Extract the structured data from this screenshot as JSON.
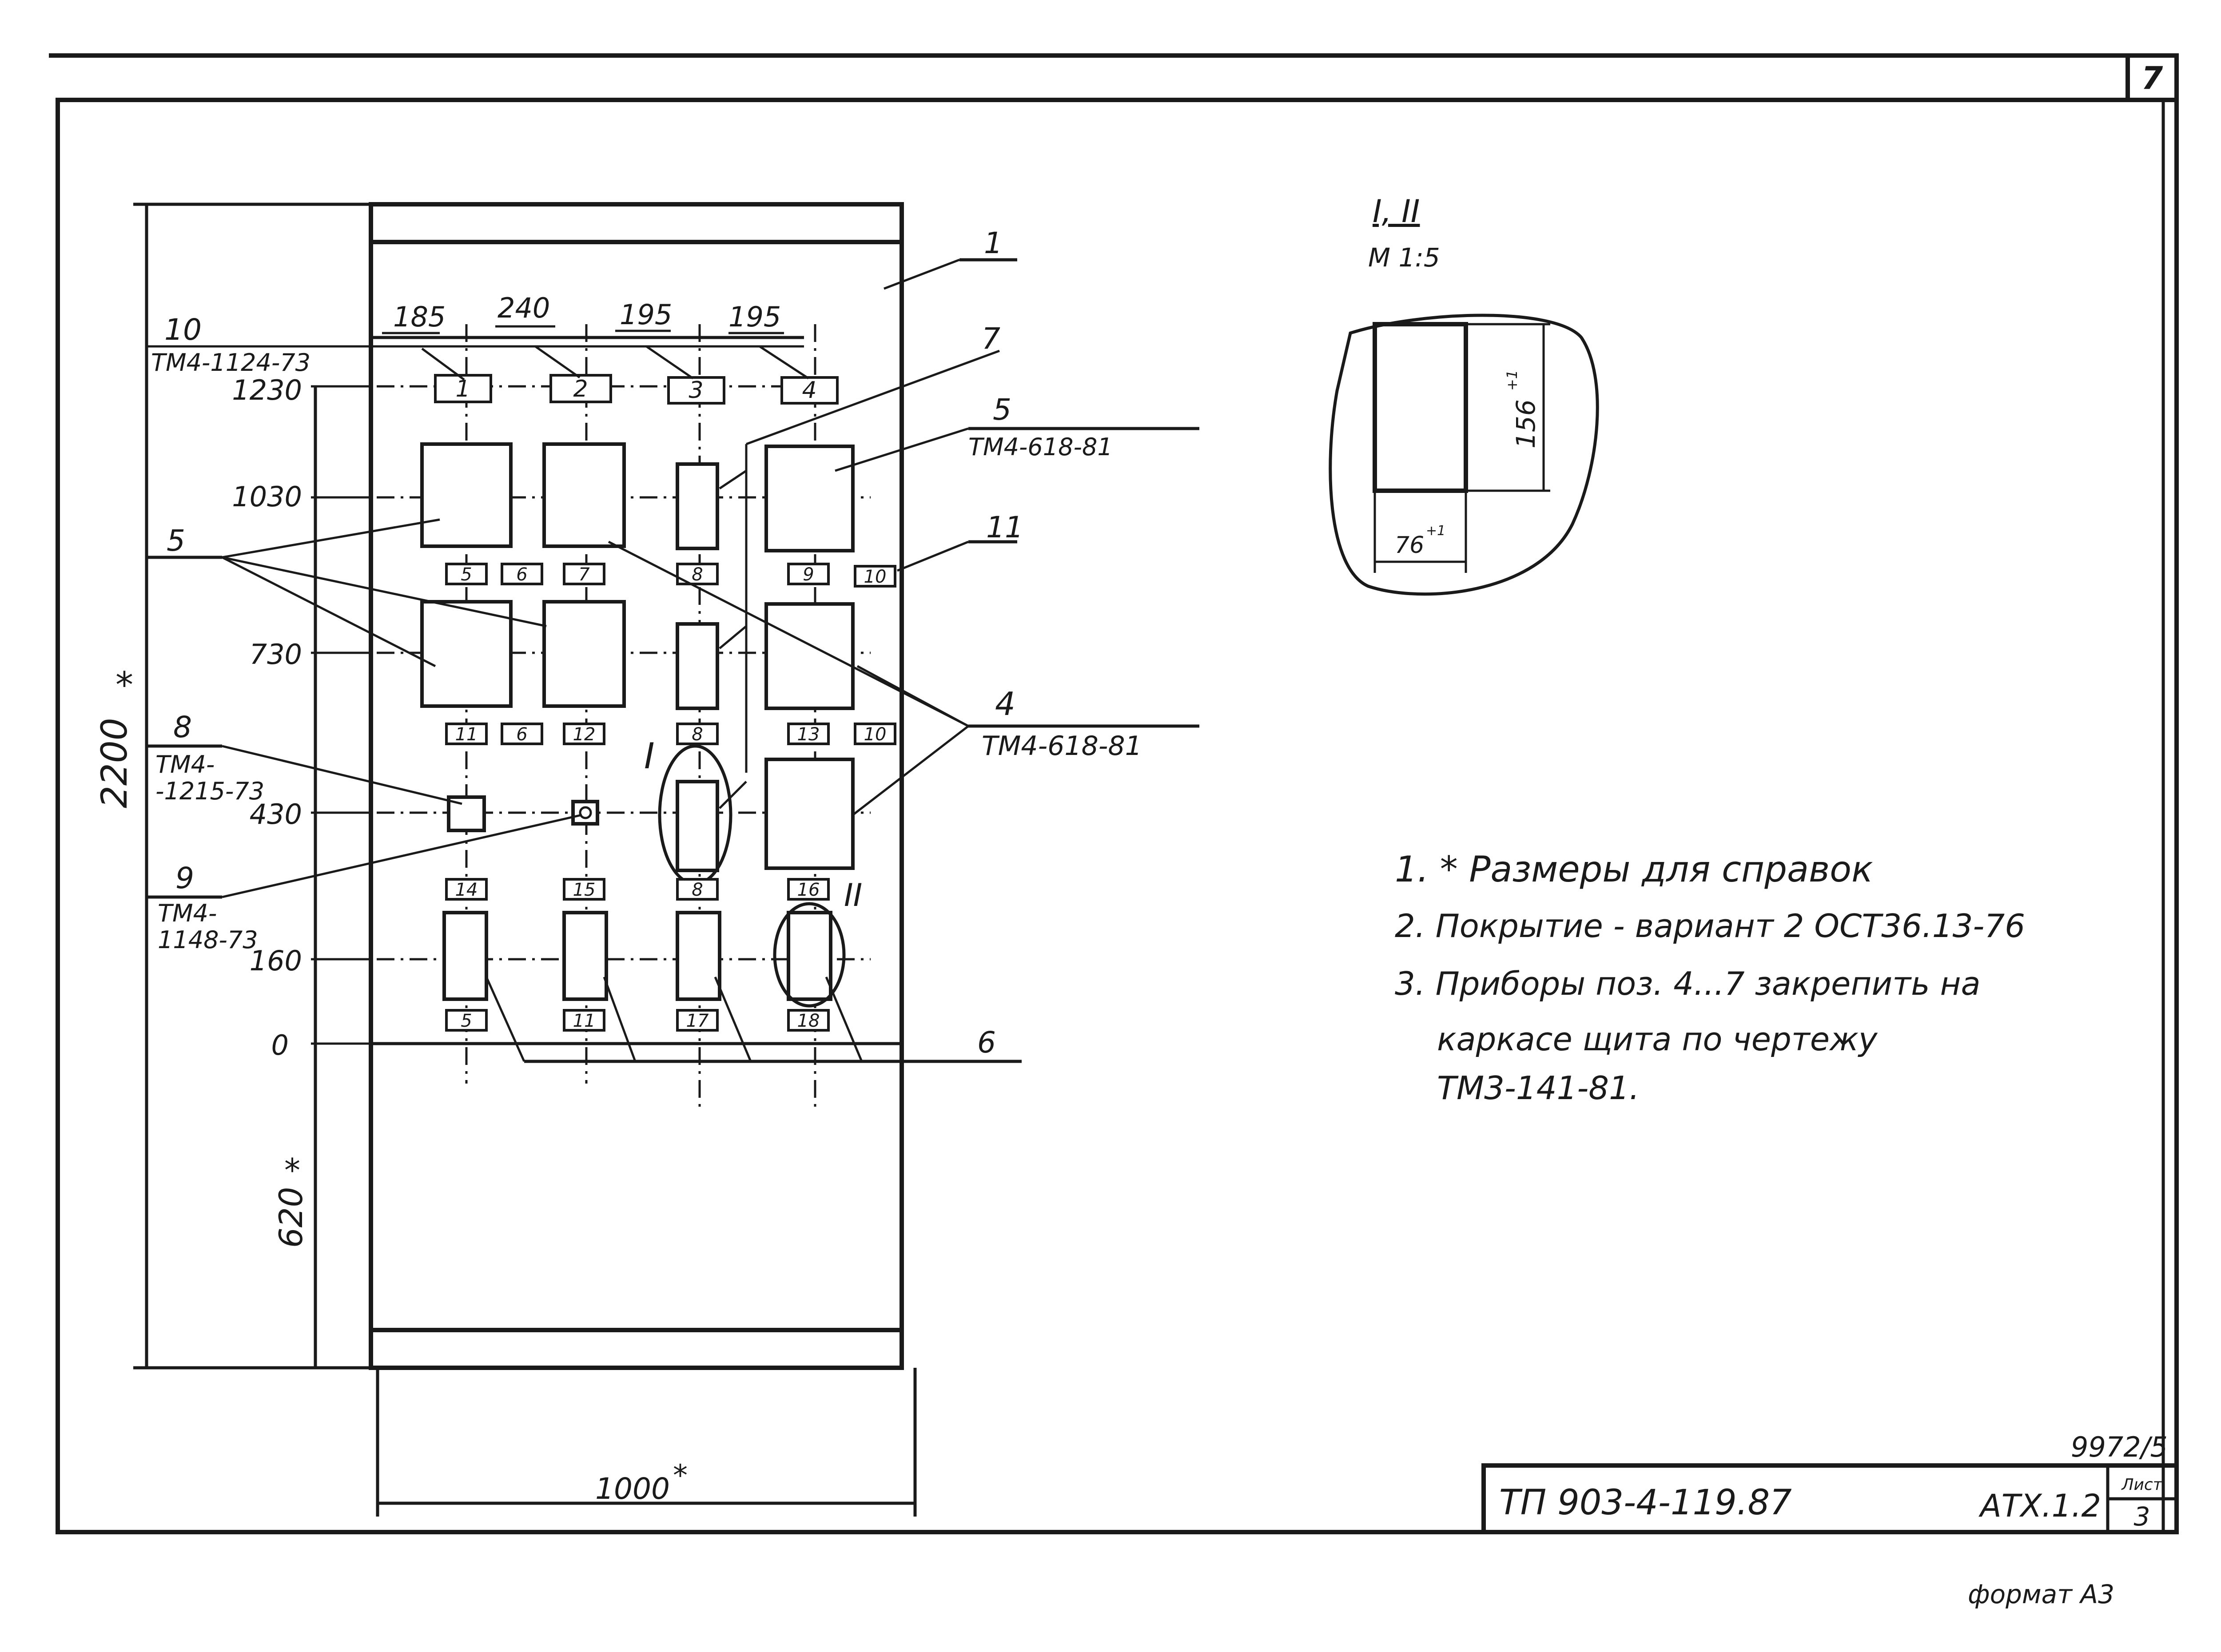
{
  "sheet_number": "7",
  "detail": {
    "title": "I, II",
    "scale": "М 1:5",
    "height_dim": "156",
    "height_tol": "+1",
    "width_dim": "76",
    "width_tol": "+1"
  },
  "markers": {
    "one": "I",
    "two": "II"
  },
  "top_dims": [
    "185",
    "240",
    "195",
    "195"
  ],
  "callout_10": {
    "pos": "10",
    "ref": "ТМ4-1124-73"
  },
  "callout_7": {
    "pos": "7"
  },
  "callout_5a": {
    "pos": "5",
    "ref": "ТМ4-618-81"
  },
  "callout_5b": {
    "pos": "5"
  },
  "callout_11": {
    "pos": "11"
  },
  "callout_4": {
    "pos": "4",
    "ref": "ТМ4-618-81"
  },
  "callout_8": {
    "pos": "8",
    "ref1": "ТМ4-",
    "ref2": "-1215-73"
  },
  "callout_9": {
    "pos": "9",
    "ref1": "ТМ4-",
    "ref2": "1148-73"
  },
  "callout_1": {
    "pos": "1"
  },
  "callout_6": {
    "pos": "6"
  },
  "levels": [
    "1230",
    "1030",
    "730",
    "430",
    "160",
    "0"
  ],
  "overall": {
    "height": "2200",
    "bottom": "620",
    "width": "1000",
    "star": "*"
  },
  "top_tags": [
    "1",
    "2",
    "3",
    "4"
  ],
  "row1_tags": [
    "5",
    "6",
    "7",
    "8",
    "9",
    "10"
  ],
  "row2_tags": [
    "11",
    "6",
    "12",
    "8",
    "13",
    "10"
  ],
  "row3_tags": [
    "14",
    "15",
    "8",
    "16"
  ],
  "row4_tags": [
    "5",
    "11",
    "17",
    "18"
  ],
  "notes": [
    "1. * Размеры для справок",
    "2. Покрытие - вариант 2 ОСТ36.13-76",
    "3. Приборы поз. 4...7 закрепить на",
    "каркасе щита по чертежу",
    "ТМ3-141-81."
  ],
  "title_block": {
    "code": "ТП 903-4-119.87",
    "doc": "АТХ.1.2",
    "sheet_label": "Лист",
    "sheet_no": "3",
    "archive_no": "9972/5"
  },
  "format_label": "формат А3"
}
